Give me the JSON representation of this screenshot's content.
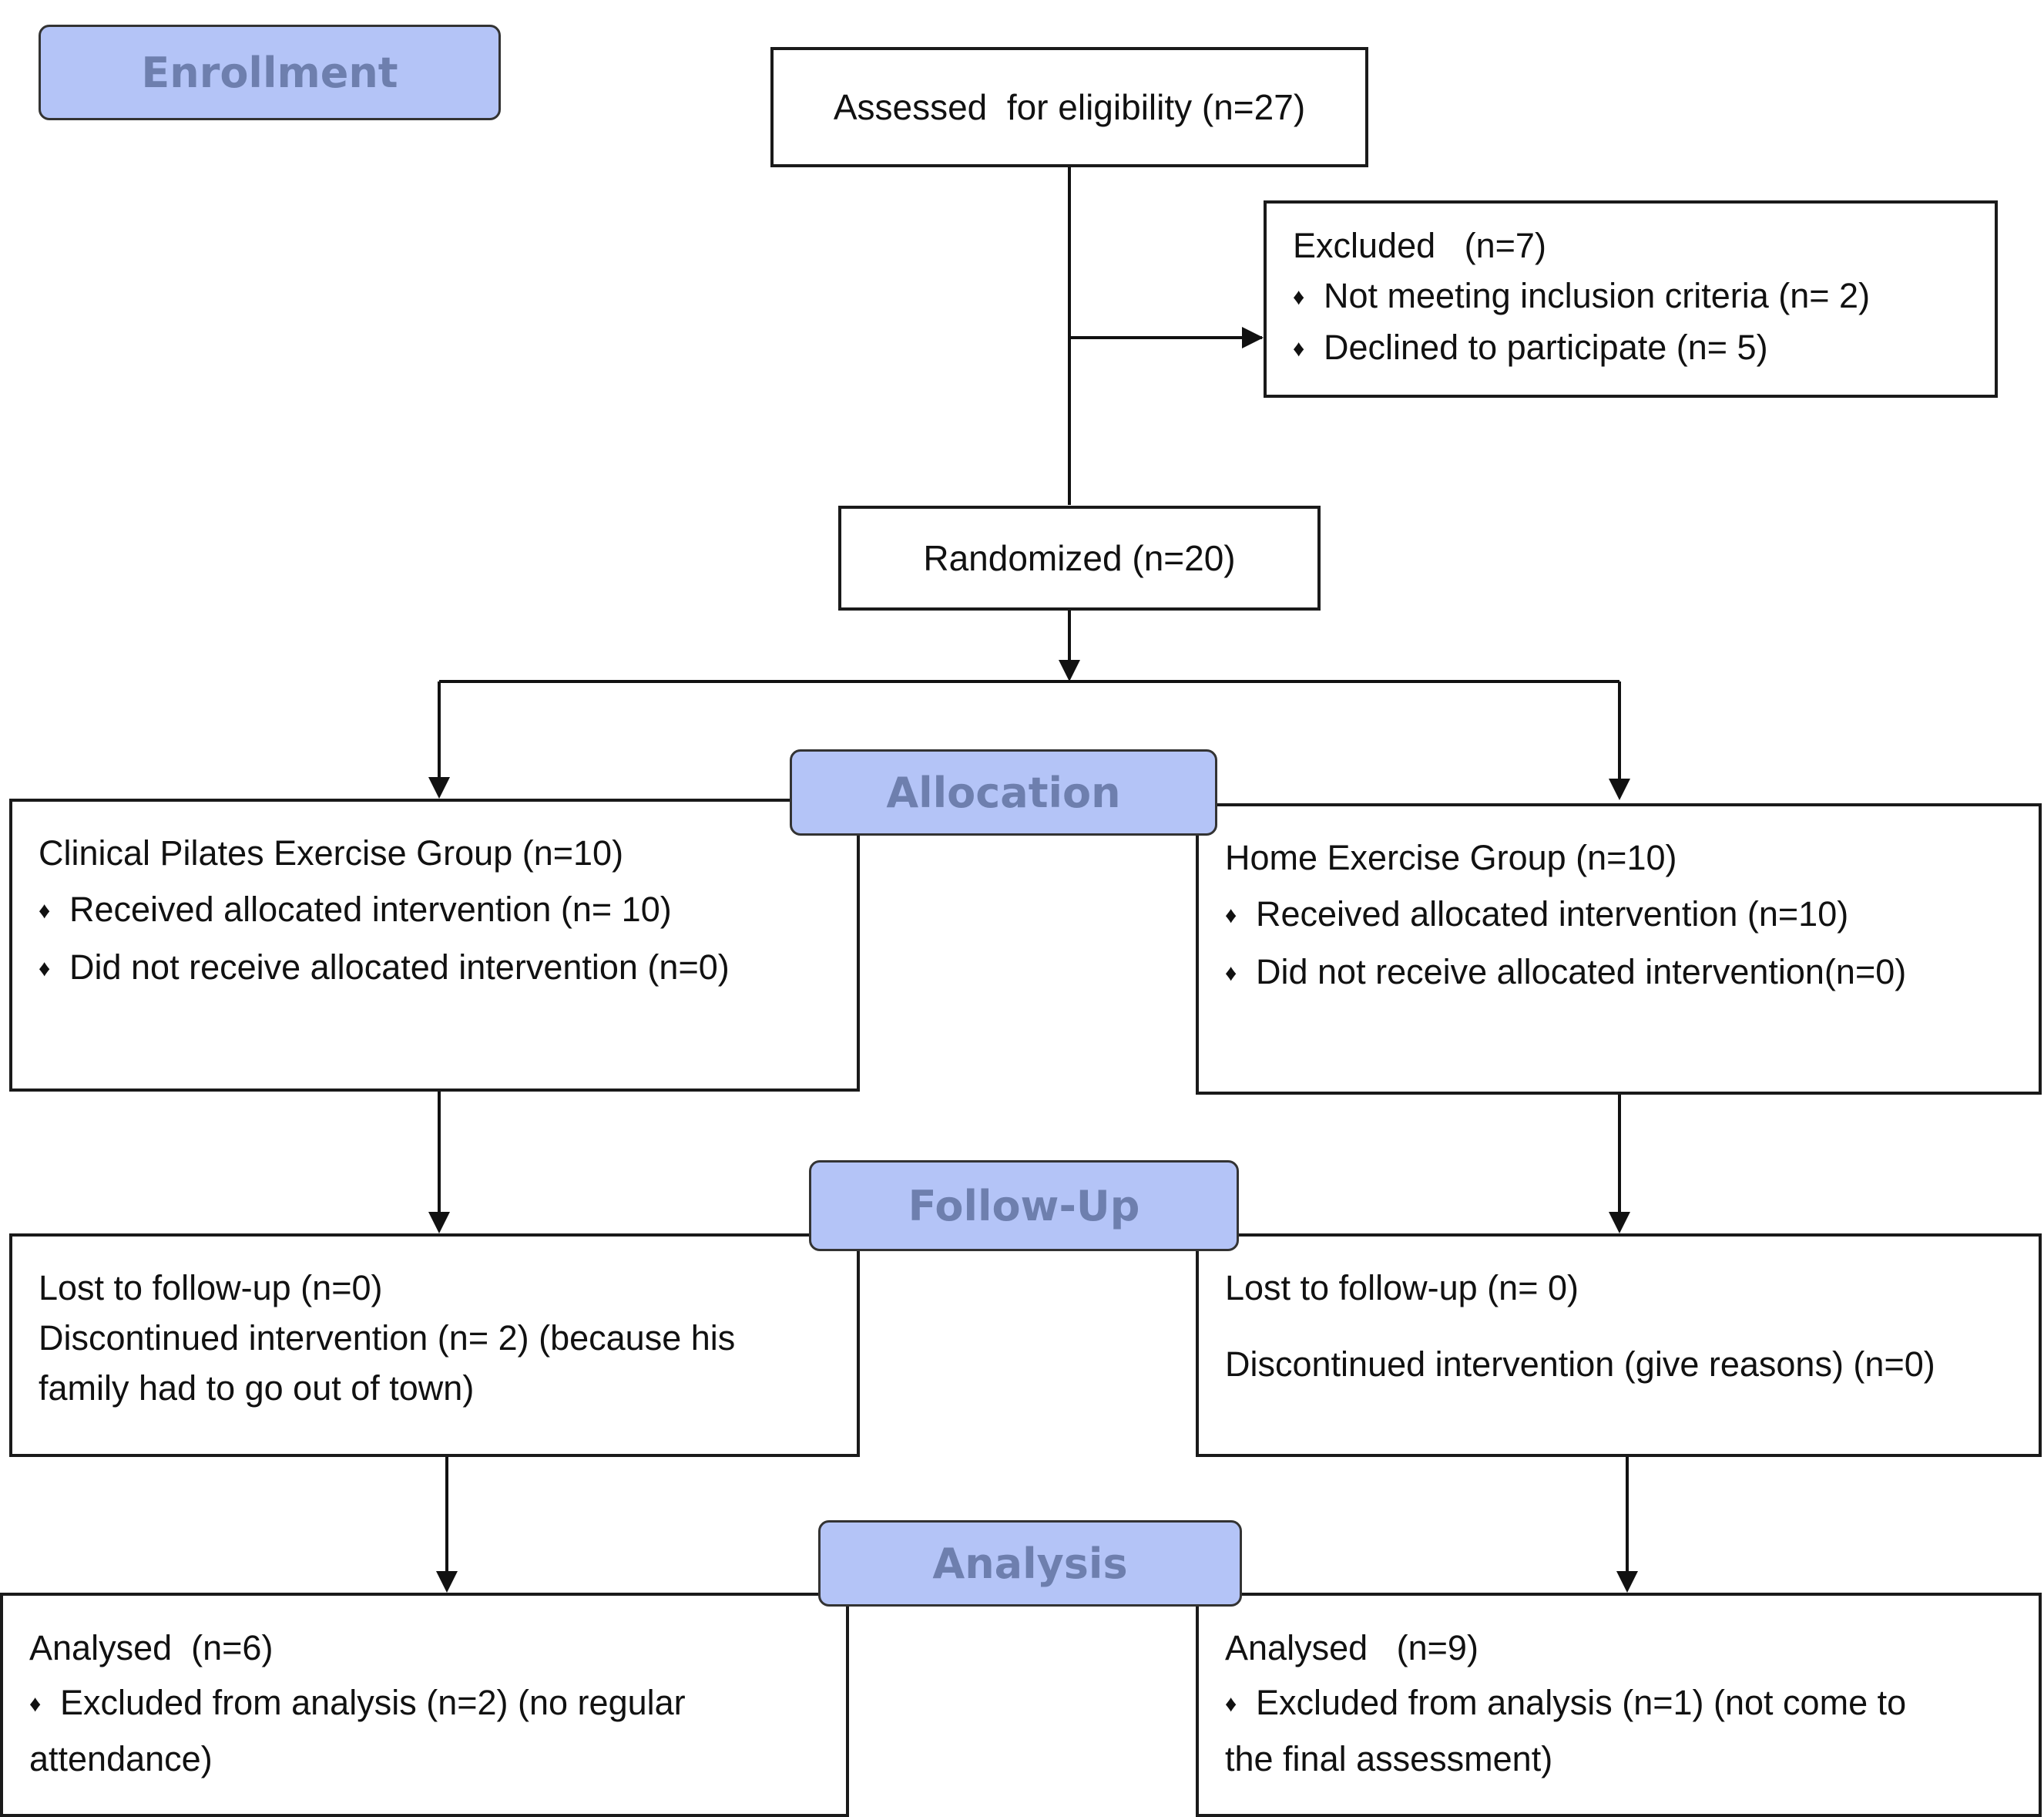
{
  "stages": {
    "enrollment": "Enrollment",
    "allocation": "Allocation",
    "follow_up": "Follow-Up",
    "analysis": "Analysis"
  },
  "assessed": "Assessed  for eligibility (n=27)",
  "excluded": {
    "title": "Excluded   (n=7)",
    "items": [
      "Not meeting inclusion criteria (n= 2)",
      "Declined to participate (n= 5)"
    ]
  },
  "randomized": "Randomized (n=20)",
  "allocation": {
    "left": {
      "title": "Clinical Pilates Exercise Group (n=10)",
      "items": [
        "Received allocated intervention (n= 10)",
        "Did not receive allocated intervention (n=0)"
      ]
    },
    "right": {
      "title": "Home Exercise Group (n=10)",
      "items": [
        "Received allocated intervention (n=10)",
        "Did not receive allocated intervention(n=0)"
      ]
    }
  },
  "follow_up": {
    "left": [
      "Lost to follow-up (n=0)",
      "Discontinued intervention (n= 2) (because his",
      "family had to go out of town)"
    ],
    "right": [
      "Lost to follow-up (n= 0)",
      "Discontinued intervention (give reasons) (n=0)"
    ]
  },
  "analysis": {
    "left": {
      "title": "Analysed  (n=6)",
      "item_line1": "Excluded from analysis (n=2) (no regular",
      "item_line2": "attendance)"
    },
    "right": {
      "title": "Analysed   (n=9)",
      "item_line1": "Excluded from analysis (n=1) (not come to",
      "item_line2": "the final assessment)"
    }
  }
}
